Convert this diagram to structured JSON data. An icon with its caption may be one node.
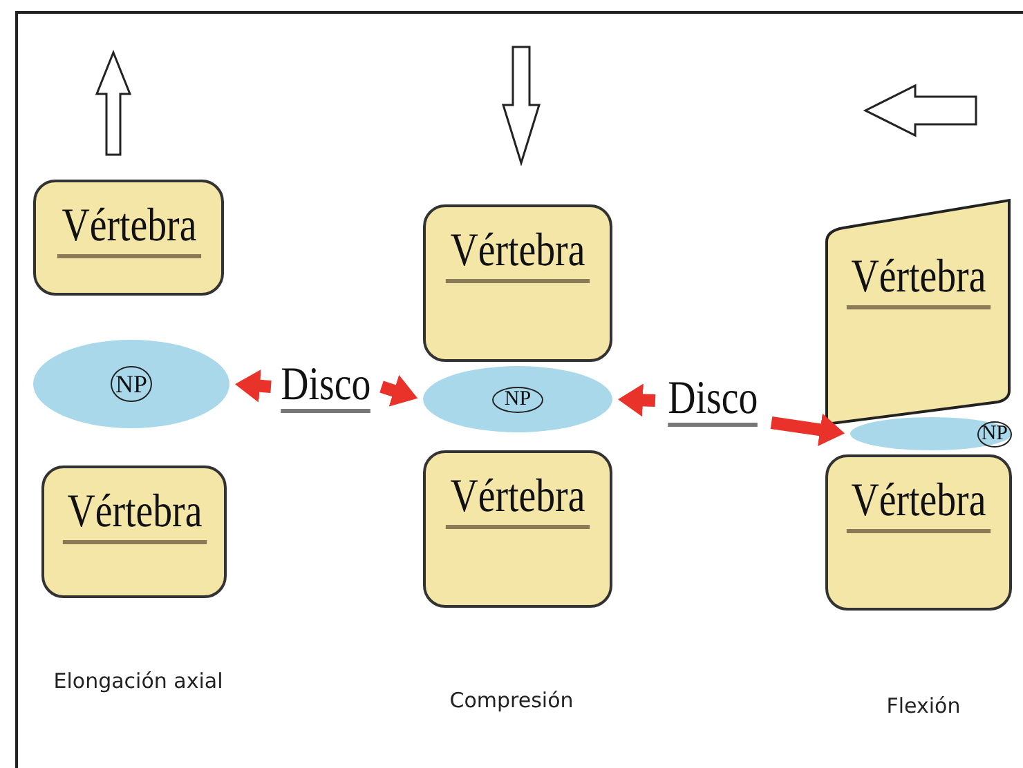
{
  "diagram": {
    "nodes": [
      {
        "text": [
          "Vértebra"
        ]
      },
      {
        "text": [
          "NP"
        ]
      },
      {
        "text": [
          "Vértebra"
        ]
      },
      {
        "text": [
          "Disco"
        ]
      },
      {
        "text": [
          "Vértebra"
        ]
      },
      {
        "text": [
          "NP"
        ]
      },
      {
        "text": [
          "Vértebra"
        ]
      },
      {
        "text": [
          "Disco"
        ]
      },
      {
        "text": [
          "Vértebra"
        ]
      },
      {
        "text": [
          "NP"
        ]
      },
      {
        "text": [
          "Vértebra"
        ]
      }
    ],
    "edges": [
      {
        "from": 3,
        "to": 1,
        "arrow": "to"
      },
      {
        "from": 3,
        "to": 5,
        "arrow": "to"
      },
      {
        "from": 7,
        "to": 5,
        "arrow": "to"
      },
      {
        "from": 7,
        "to": 9,
        "arrow": "to"
      }
    ],
    "labels": [
      "Elongación axial",
      "Compresión",
      "Flexión"
    ]
  }
}
